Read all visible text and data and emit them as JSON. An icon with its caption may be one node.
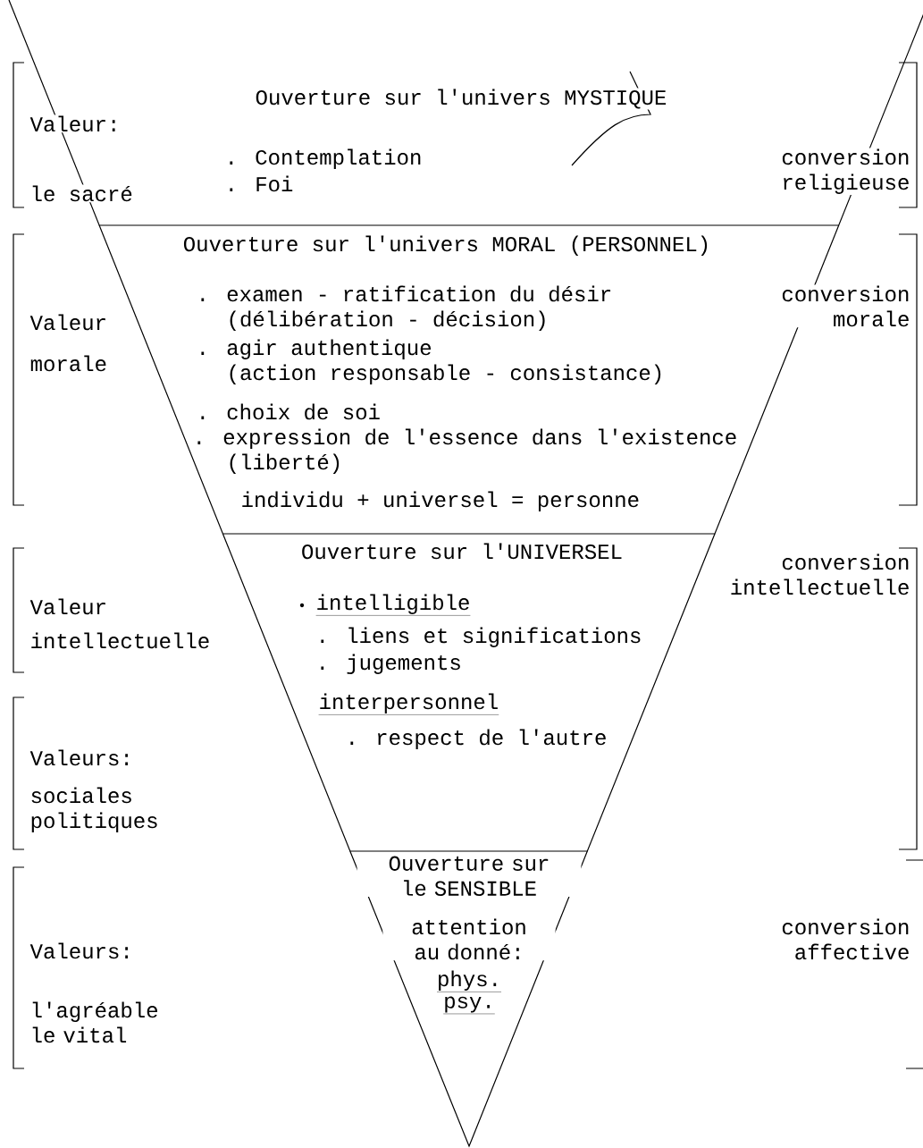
{
  "diagram": {
    "nodes": [
      {
        "text": [
          "Ouverture sur l'univers MYSTIQUE",
          ". Contemplation",
          ". Foi"
        ]
      },
      {
        "text": [
          "Ouverture sur l'univers MORAL (PERSONNEL)",
          ". examen - ratification du désir",
          "(délibération - décision)",
          ". agir authentique",
          "(action responsable - consistance)",
          ". choix de soi",
          ". expression de l'essence dans l'existence",
          "(liberté)",
          "individu + universel = personne"
        ]
      },
      {
        "text": [
          "Ouverture sur l'UNIVERSEL",
          "intelligible",
          ". liens et significations",
          ". jugements",
          "interpersonnel",
          ". respect de l'autre"
        ]
      },
      {
        "text": [
          "Ouverture sur le SENSIBLE",
          "attention au donné:",
          "phys.",
          "psy."
        ]
      }
    ],
    "labels": [
      "Valeur:",
      "le sacré",
      "conversion religieuse",
      "Valeur",
      "morale",
      "conversion morale",
      "Valeur",
      "intellectuelle",
      "conversion intellectuelle",
      "Valeurs:",
      "sociales politiques",
      "Valeurs:",
      "l'agréable le vital",
      "conversion affective"
    ]
  }
}
